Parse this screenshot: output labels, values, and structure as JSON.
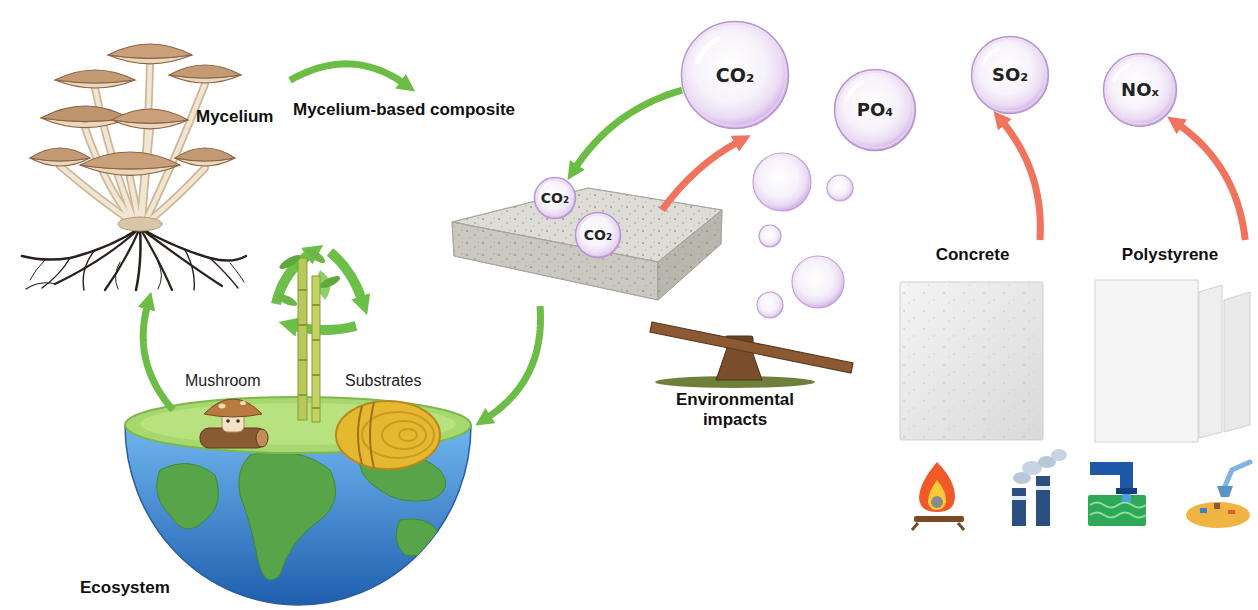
{
  "diagram": {
    "nodes": [
      {
        "text": [
          "Mycelium"
        ]
      },
      {
        "text": [
          "Mycelium-based composite"
        ]
      },
      {
        "text": [
          "CO₂"
        ],
        "in": 1
      },
      {
        "text": [
          "CO₂"
        ],
        "in": 1
      },
      {
        "text": [
          "CO₂"
        ]
      },
      {
        "text": [
          "PO₄"
        ]
      },
      {
        "text": [
          "SO₂"
        ]
      },
      {
        "text": [
          "NOₓ"
        ]
      },
      {
        "text": [
          "Environmental impacts"
        ]
      },
      {
        "text": [
          "Concrete"
        ]
      },
      {
        "text": [
          "Polystyrene"
        ]
      },
      {
        "text": [
          "Ecosystem"
        ]
      }
    ],
    "edges": [
      {
        "from": 0,
        "to": 1,
        "arrow": "to"
      },
      {
        "from": 1,
        "to": 11,
        "arrow": "to"
      },
      {
        "from": 11,
        "to": 0,
        "arrow": "to"
      },
      {
        "from": 4,
        "to": 2,
        "arrow": "to"
      },
      {
        "from": 9,
        "to": 6,
        "arrow": "to"
      },
      {
        "from": 10,
        "to": 7,
        "arrow": "to"
      }
    ],
    "labels": [
      "Mushroom",
      "Substrates"
    ]
  }
}
